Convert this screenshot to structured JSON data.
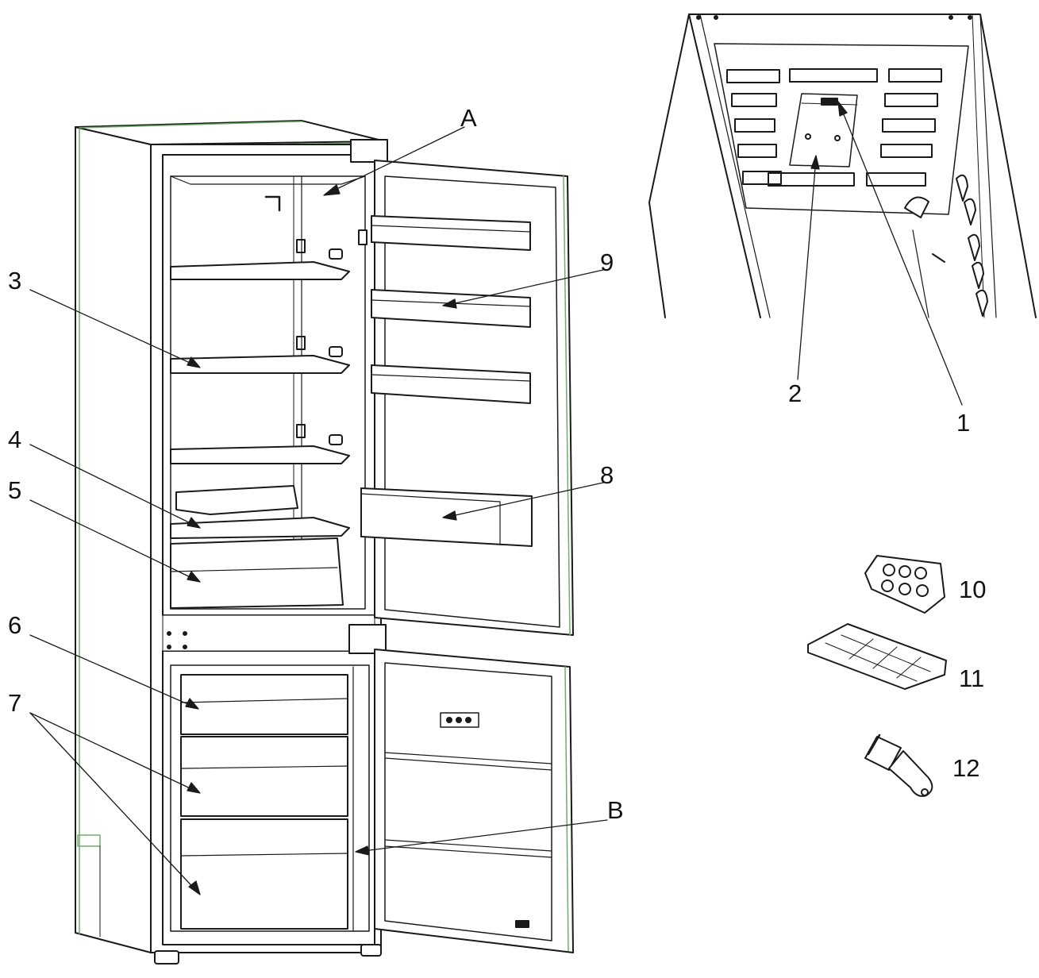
{
  "labels": {
    "A": "A",
    "B": "B",
    "n1": "1",
    "n2": "2",
    "n3": "3",
    "n4": "4",
    "n5": "5",
    "n6": "6",
    "n7": "7",
    "n8": "8",
    "n9": "9",
    "n10": "10",
    "n11": "11",
    "n12": "12"
  },
  "colors": {
    "line": "#1a1a1a",
    "light_line": "#555555",
    "fill": "#ffffff",
    "shade": "#e6e6e6",
    "accent_green": "#6fae6a"
  }
}
